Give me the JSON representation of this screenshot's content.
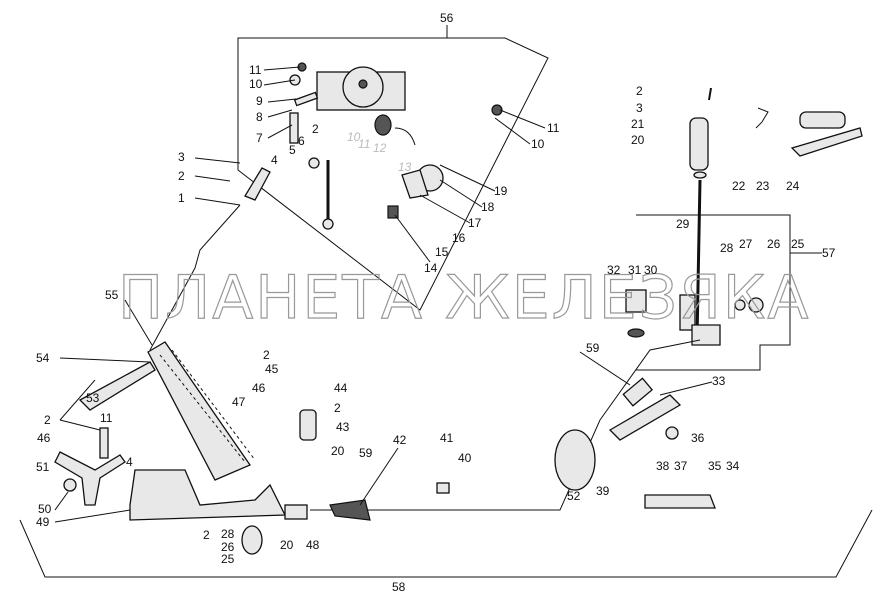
{
  "title": "Accelerator pedal and fuel control linkage — exploded parts diagram",
  "watermark": "ПЛАНЕТА ЖЕЛЕЗЯКА",
  "callouts": [
    "56",
    "11",
    "10",
    "9",
    "8",
    "7",
    "2",
    "6",
    "5",
    "4",
    "3",
    "2",
    "1",
    "11",
    "10",
    "19",
    "18",
    "17",
    "16",
    "15",
    "14",
    "10",
    "11",
    "12",
    "13",
    "2",
    "3",
    "21",
    "20",
    "22",
    "23",
    "24",
    "29",
    "28",
    "27",
    "26",
    "25",
    "57",
    "32",
    "31",
    "30",
    "55",
    "54",
    "2",
    "45",
    "46",
    "53",
    "47",
    "44",
    "2",
    "2",
    "11",
    "43",
    "46",
    "4",
    "20",
    "59",
    "42",
    "41",
    "40",
    "33",
    "59",
    "38",
    "37",
    "36",
    "35",
    "34",
    "39",
    "52",
    "51",
    "50",
    "49",
    "28",
    "26",
    "25",
    "2",
    "20",
    "48",
    "58"
  ]
}
